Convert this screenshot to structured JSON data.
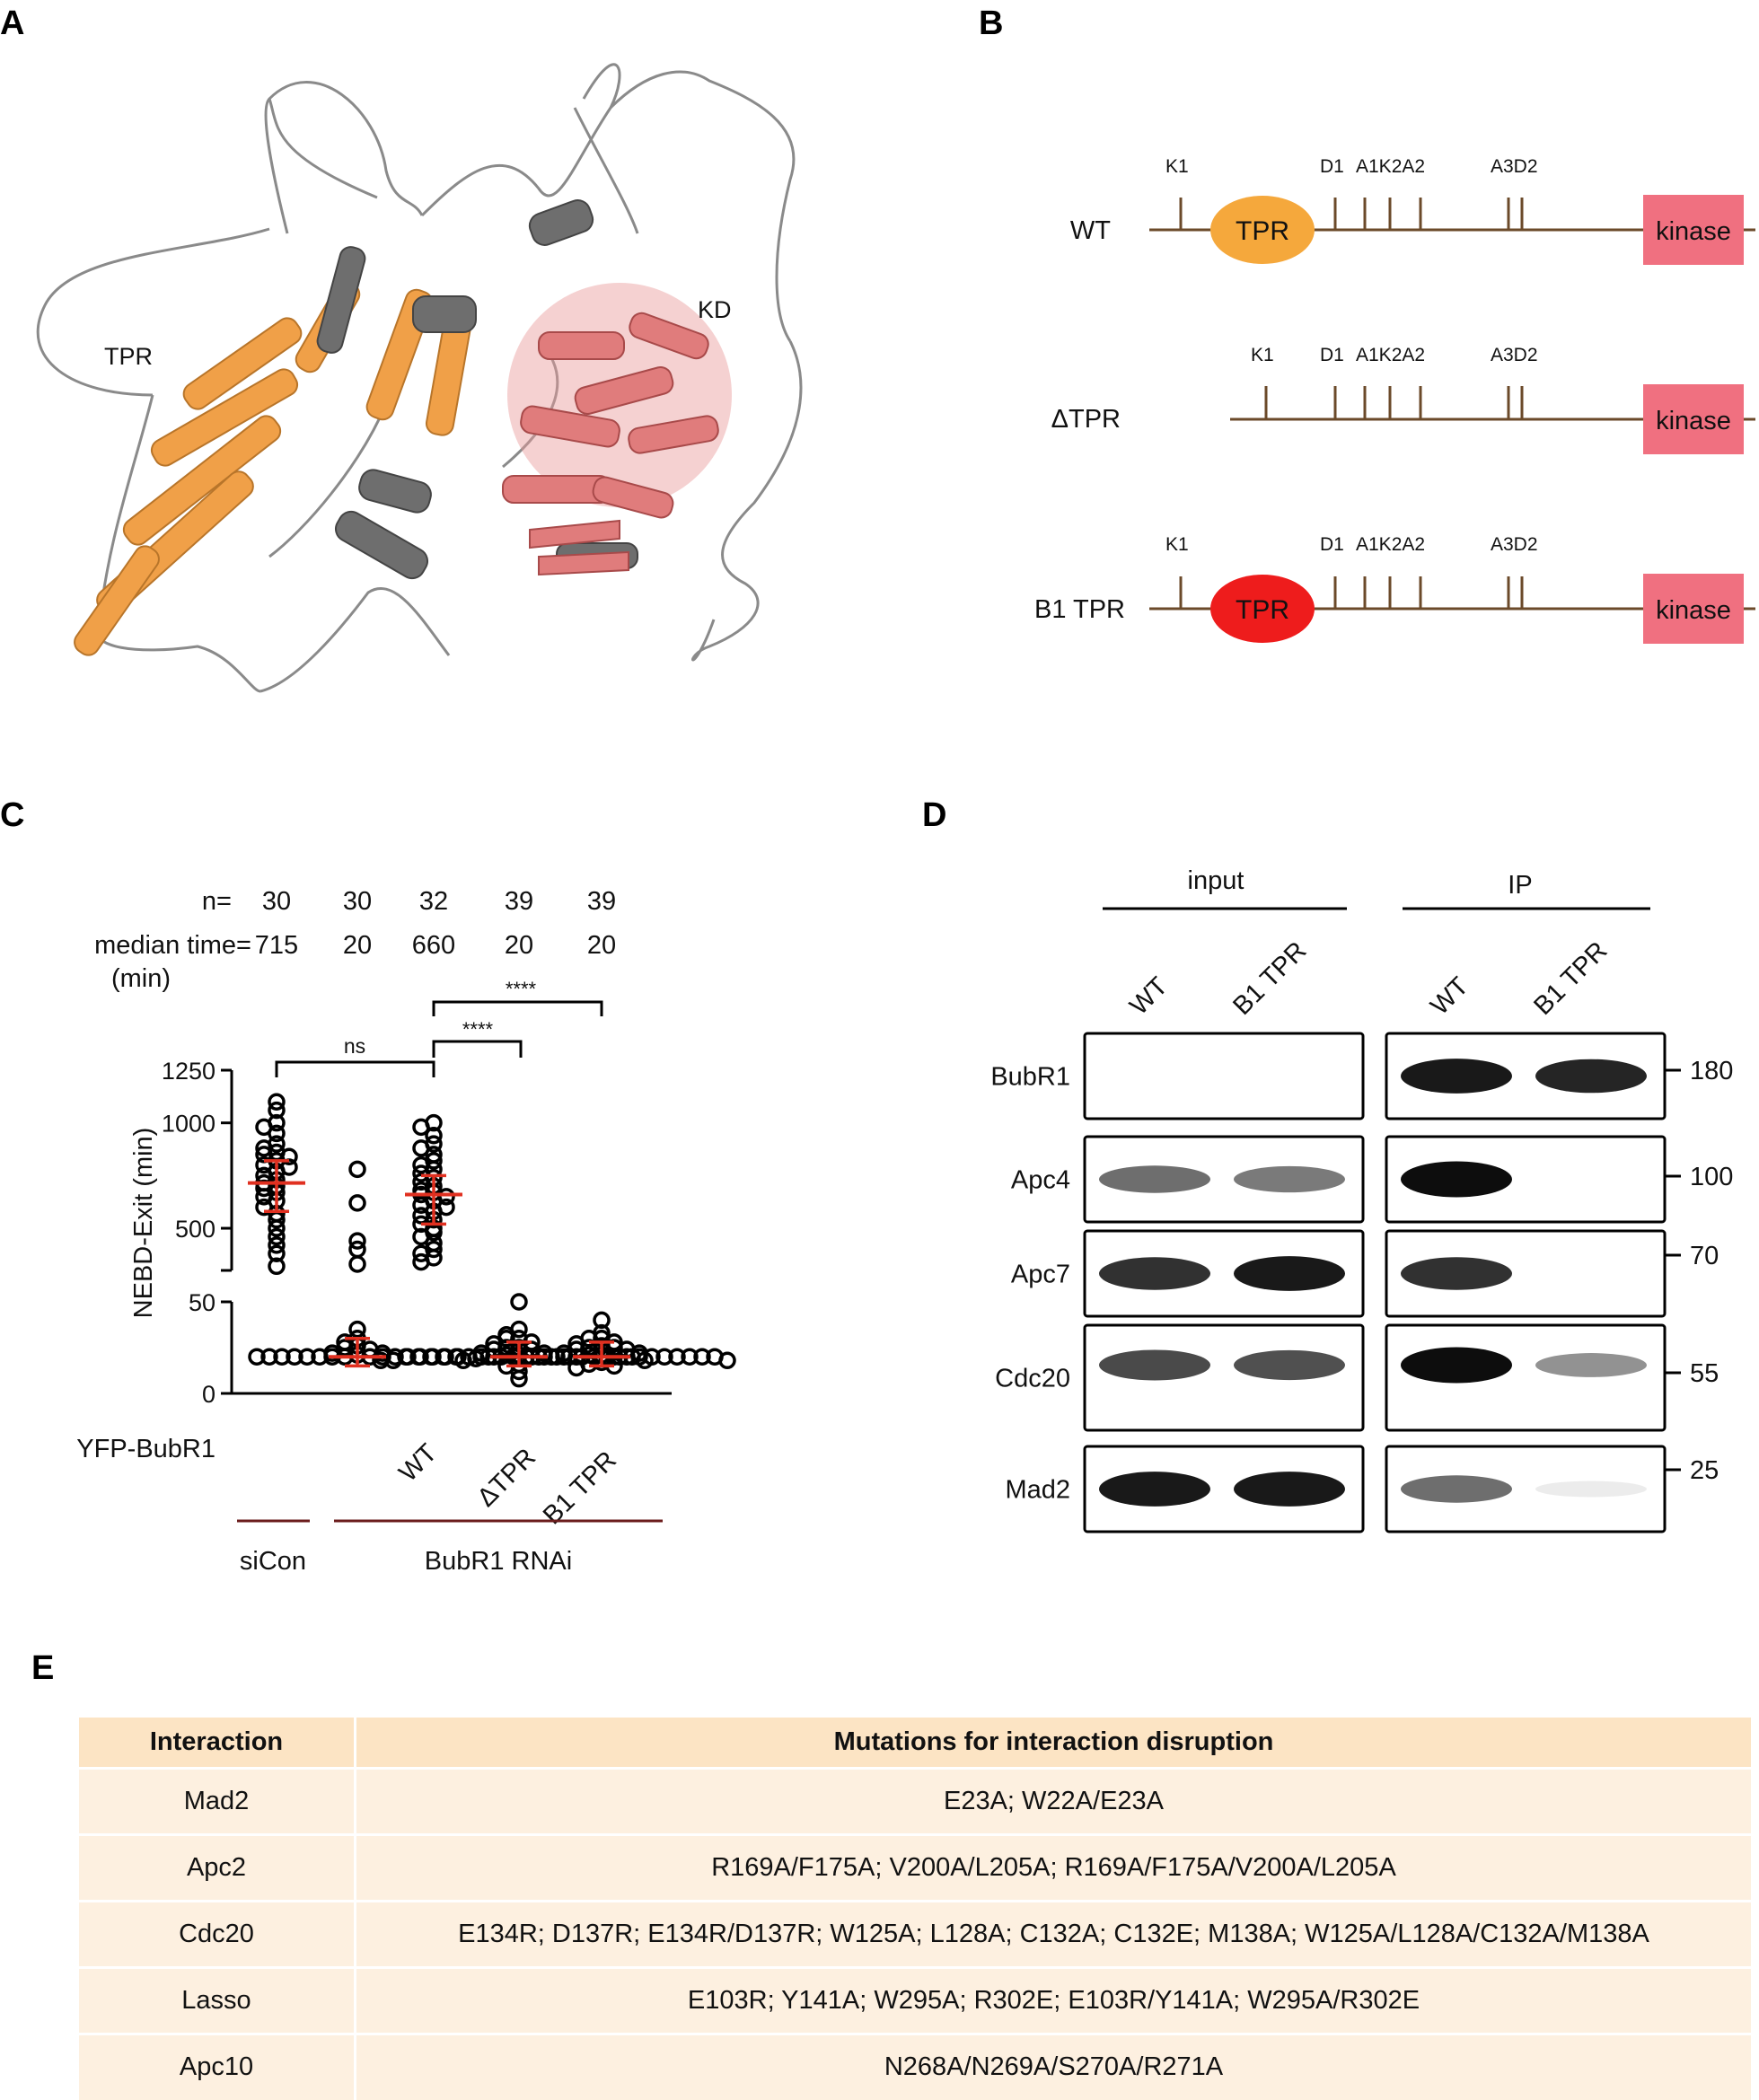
{
  "panels": {
    "A": {
      "label": "A",
      "domain_labels": {
        "tpr": "TPR",
        "kd": "KD"
      },
      "colors": {
        "tpr": "#f0a048",
        "kd": "#e07c7c",
        "other": "#6e6e6e",
        "loop": "#8a8a8a"
      }
    },
    "B": {
      "label": "B",
      "constructs": [
        {
          "name": "WT",
          "tpr_label": "TPR",
          "tpr_color": "#f5a83c",
          "kinase_label": "kinase",
          "motifs": [
            "K1",
            "D1",
            "A1K2A2",
            "A3D2"
          ]
        },
        {
          "name": "ΔTPR",
          "tpr_label": "",
          "tpr_color": "",
          "kinase_label": "kinase",
          "motifs": [
            "K1",
            "D1",
            "A1K2A2",
            "A3D2"
          ]
        },
        {
          "name": "B1 TPR",
          "tpr_label": "TPR",
          "tpr_color": "#ee1c1c",
          "kinase_label": "kinase",
          "motifs": [
            "K1",
            "D1",
            "A1K2A2",
            "A3D2"
          ]
        }
      ],
      "colors": {
        "backbone": "#6b4a2a",
        "kinase": "#f07080"
      }
    },
    "C": {
      "label": "C",
      "n_label": "n=",
      "n_values": [
        "30",
        "30",
        "32",
        "39",
        "39"
      ],
      "median_label": "median time=",
      "median_unit": "(min)",
      "median_values": [
        "715",
        "20",
        "660",
        "20",
        "20"
      ],
      "significance": [
        "ns",
        "****",
        "****"
      ],
      "ylabel": "NEBD-Exit (min)",
      "row_label": "YFP-BubR1",
      "group_labels": [
        "siCon",
        "BubR1 RNAi"
      ]
    },
    "D": {
      "label": "D",
      "headers": [
        "input",
        "IP"
      ],
      "lanes": [
        "WT",
        "B1 TPR",
        "WT",
        "B1 TPR"
      ],
      "rows": [
        {
          "protein": "BubR1",
          "marker": "180"
        },
        {
          "protein": "Apc4",
          "marker": "100"
        },
        {
          "protein": "Apc7",
          "marker": "70"
        },
        {
          "protein": "Cdc20",
          "marker": "55"
        },
        {
          "protein": "Mad2",
          "marker": "25"
        }
      ],
      "band_intensity": [
        [
          0,
          0,
          0.95,
          0.9
        ],
        [
          0.6,
          0.55,
          1.0,
          0
        ],
        [
          0.85,
          0.95,
          0.85,
          0
        ],
        [
          0.75,
          0.72,
          1.0,
          0.45
        ],
        [
          0.95,
          0.95,
          0.6,
          0.08
        ]
      ]
    },
    "E": {
      "label": "E",
      "header": [
        "Interaction",
        "Mutations for interaction disruption"
      ],
      "rows": [
        [
          "Mad2",
          "E23A; W22A/E23A"
        ],
        [
          "Apc2",
          "R169A/F175A; V200A/L205A; R169A/F175A/V200A/L205A"
        ],
        [
          "Cdc20",
          "E134R; D137R; E134R/D137R; W125A; L128A; C132A; C132E; M138A; W125A/L128A/C132A/M138A"
        ],
        [
          "Lasso",
          "E103R; Y141A; W295A; R302E; E103R/Y141A; W295A/R302E"
        ],
        [
          "Apc10",
          "N268A/N269A/S270A/R271A"
        ]
      ]
    }
  },
  "chart_data": {
    "type": "scatter",
    "title": "",
    "xlabel": "",
    "ylabel": "NEBD-Exit (min)",
    "categories": [
      "siCon",
      "WT",
      "ΔTPR",
      "B1 TPR"
    ],
    "category_groups": [
      "siCon",
      "BubR1 RNAi",
      "BubR1 RNAi",
      "BubR1 RNAi",
      "BubR1 RNAi"
    ],
    "ylim": [
      0,
      1250
    ],
    "axis_break": [
      50,
      300
    ],
    "yticks": [
      0,
      50,
      500,
      1000,
      1250
    ],
    "median": [
      715,
      20,
      660,
      20,
      20
    ],
    "n": [
      30,
      30,
      32,
      39,
      39
    ],
    "series": [
      {
        "values": [
          1100,
          1060,
          1000,
          980,
          950,
          900,
          880,
          860,
          850,
          840,
          820,
          800,
          790,
          770,
          750,
          730,
          715,
          700,
          690,
          670,
          650,
          630,
          600,
          570,
          540,
          500,
          460,
          420,
          380,
          320
        ]
      },
      {
        "values": [
          780,
          620,
          440,
          400,
          330,
          35,
          30,
          28,
          26,
          25,
          24,
          22,
          22,
          21,
          20,
          20,
          20,
          20,
          20,
          20,
          20,
          20,
          20,
          20,
          20,
          20,
          20,
          20,
          20,
          20
        ]
      },
      {
        "values": [
          1000,
          980,
          940,
          900,
          880,
          850,
          820,
          800,
          780,
          760,
          740,
          720,
          700,
          680,
          670,
          660,
          650,
          630,
          610,
          600,
          580,
          560,
          540,
          520,
          500,
          480,
          460,
          430,
          400,
          380,
          360,
          340
        ]
      },
      {
        "values": [
          50,
          35,
          32,
          30,
          30,
          28,
          27,
          25,
          25,
          24,
          24,
          22,
          22,
          21,
          21,
          20,
          20,
          20,
          20,
          20,
          20,
          20,
          20,
          20,
          20,
          20,
          20,
          20,
          20,
          20,
          20,
          20,
          18,
          18,
          18,
          16,
          15,
          12,
          8
        ]
      },
      {
        "values": [
          40,
          33,
          30,
          30,
          28,
          27,
          26,
          25,
          25,
          24,
          24,
          22,
          22,
          21,
          21,
          20,
          20,
          20,
          20,
          20,
          20,
          20,
          20,
          20,
          20,
          20,
          20,
          20,
          20,
          20,
          20,
          20,
          19,
          18,
          18,
          17,
          16,
          15,
          14
        ]
      }
    ],
    "error_bars": [
      {
        "median": 715,
        "low": 580,
        "high": 820
      },
      {
        "median": 20,
        "low": 15,
        "high": 30
      },
      {
        "median": 660,
        "low": 520,
        "high": 750
      },
      {
        "median": 20,
        "low": 15,
        "high": 28
      },
      {
        "median": 20,
        "low": 15,
        "high": 28
      }
    ],
    "colors": {
      "points": "#000000",
      "median": "#e03020"
    }
  }
}
